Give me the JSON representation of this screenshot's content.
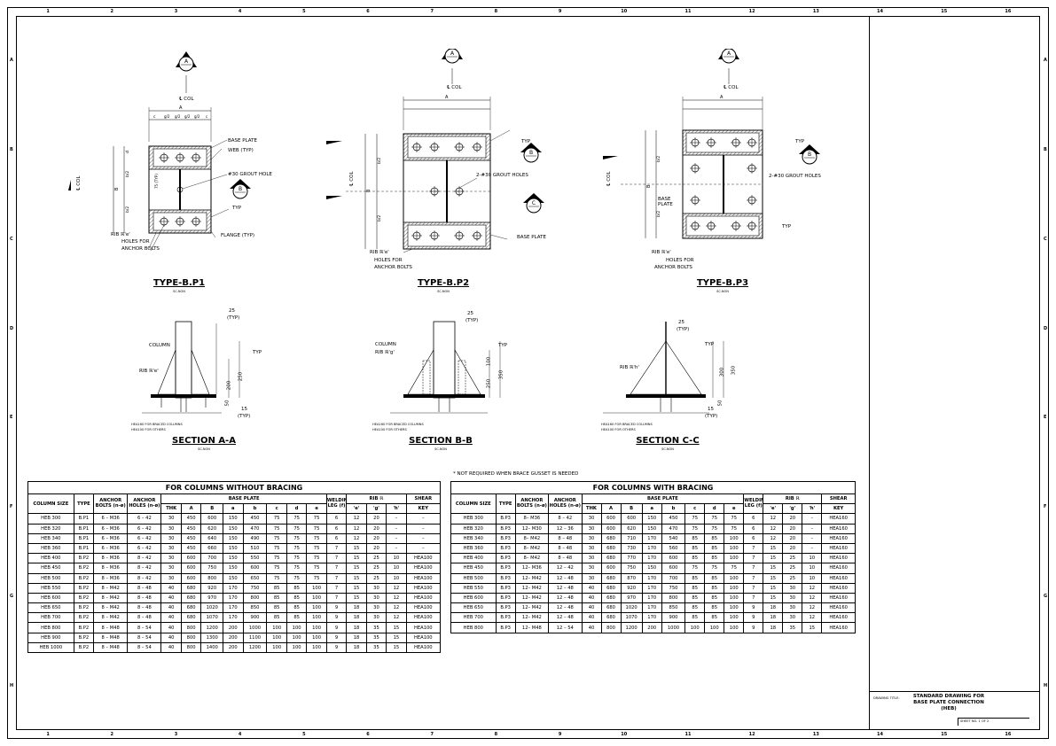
{
  "border": {
    "columns": [
      "1",
      "2",
      "3",
      "4",
      "5",
      "6",
      "7",
      "8",
      "9",
      "10",
      "11",
      "12",
      "13",
      "14",
      "15",
      "16"
    ],
    "rows": [
      "A",
      "B",
      "C",
      "D",
      "E",
      "F",
      "G",
      "H"
    ]
  },
  "plans": [
    {
      "title": "TYPE-B.P1",
      "scale": "SC.NON",
      "col_label": "℄ COL",
      "marker": "A",
      "labels": [
        "BASE PLATE",
        "WEB (TYP)",
        "#30 GROUT HOLE",
        "TYP",
        "FLANGE (TYP)",
        "RIB ℝ'e'",
        "HOLES FOR",
        "ANCHOR BOLTS"
      ],
      "dims": [
        "A",
        "c",
        "g/2",
        "g/2",
        "g/2",
        "g/2",
        "c",
        "d",
        "b/2",
        "b/2",
        "B",
        "75 (TYP)",
        "d"
      ],
      "section_marker": "B"
    },
    {
      "title": "TYPE-B.P2",
      "scale": "SC.NON",
      "col_label": "℄ COL",
      "marker": "A",
      "labels": [
        "TYP",
        "2-#30 GROUT HOLES",
        "BASE PLATE",
        "RIB ℝ'e'",
        "HOLES FOR",
        "ANCHOR BOLTS"
      ],
      "dims": [
        "A",
        "c",
        "g",
        "g/2",
        "g/2",
        "g",
        "c",
        "d",
        "b/2",
        "b/2",
        "B",
        "d"
      ],
      "section_marker": "B",
      "section_marker2": "C"
    },
    {
      "title": "TYPE-B.P3",
      "scale": "SC.NON",
      "col_label": "℄ COL",
      "marker": "A",
      "labels": [
        "TYP",
        "2-#30 GROUT HOLES",
        "BASE PLATE",
        "TYP",
        "RIB ℝ'e'",
        "HOLES FOR",
        "ANCHOR BOLTS"
      ],
      "dims": [
        "A",
        "c",
        "g",
        "g/2",
        "g/2",
        "g",
        "c",
        "d",
        "b/2",
        "b/2",
        "B",
        "d"
      ],
      "section_marker": "B"
    }
  ],
  "sections": [
    {
      "title": "SECTION A-A",
      "scale": "SC.NON",
      "labels": [
        "COLUMN",
        "RIB ℝ'e'",
        "TYP",
        "25",
        "(TYP)",
        "200",
        "250",
        "50",
        "15",
        "(TYP)",
        "HEA160 FOR BRACED COLUMNS",
        "HEA100 FOR OTHERS"
      ]
    },
    {
      "title": "SECTION B-B",
      "scale": "SC.NON",
      "labels": [
        "COLUMN",
        "RIB ℝ'g'",
        "TYP",
        "25",
        "(TYP)",
        "100",
        "250",
        "350",
        "HEA160 FOR BRACED COLUMNS",
        "HEA100 FOR OTHERS"
      ]
    },
    {
      "title": "SECTION C-C",
      "scale": "SC.NON",
      "labels": [
        "RIB ℝ'h'",
        "TYP",
        "25",
        "(TYP)",
        "300",
        "350",
        "50",
        "15",
        "(TYP)",
        "HEA160 FOR BRACED COLUMNS",
        "HEA100 FOR OTHERS"
      ]
    }
  ],
  "note": "*  NOT REQUIRED WHEN BRACE GUSSET IS NEEDED",
  "schedule_without": {
    "title": "FOR COLUMNS WITHOUT BRACING",
    "headers": {
      "column_size": "COLUMN SIZE",
      "type": "TYPE",
      "anchor_bolts": "ANCHOR BOLTS (n-ø)",
      "anchor_holes": "ANCHOR HOLES (n-ø)",
      "base_plate": "BASE PLATE",
      "welding_leg": "WELDING LEG (f)",
      "rib": "RIB ℝ",
      "shear": "SHEAR",
      "sub": [
        "THK",
        "A",
        "B",
        "a",
        "b",
        "c",
        "d",
        "e",
        "'e'",
        "'g'",
        "'h'",
        "KEY"
      ]
    },
    "rows": [
      [
        "HEB 300",
        "B.P1",
        "6 – M36",
        "6 – 42",
        "30",
        "450",
        "600",
        "150",
        "450",
        "75",
        "75",
        "75",
        "6",
        "12",
        "20",
        "–",
        "–"
      ],
      [
        "HEB 320",
        "B.P1",
        "6 – M36",
        "6 – 42",
        "30",
        "450",
        "620",
        "150",
        "470",
        "75",
        "75",
        "75",
        "6",
        "12",
        "20",
        "–",
        "–"
      ],
      [
        "HEB 340",
        "B.P1",
        "6 – M36",
        "6 – 42",
        "30",
        "450",
        "640",
        "150",
        "490",
        "75",
        "75",
        "75",
        "6",
        "12",
        "20",
        "–",
        "–"
      ],
      [
        "HEB 360",
        "B.P1",
        "6 – M36",
        "6 – 42",
        "30",
        "450",
        "660",
        "150",
        "510",
        "75",
        "75",
        "75",
        "7",
        "15",
        "20",
        "–",
        "–"
      ],
      [
        "HEB 400",
        "B.P2",
        "8 – M36",
        "8 – 42",
        "30",
        "600",
        "700",
        "150",
        "550",
        "75",
        "75",
        "75",
        "7",
        "15",
        "25",
        "10",
        "HEA100"
      ],
      [
        "HEB 450",
        "B.P2",
        "8 – M36",
        "8 – 42",
        "30",
        "600",
        "750",
        "150",
        "600",
        "75",
        "75",
        "75",
        "7",
        "15",
        "25",
        "10",
        "HEA100"
      ],
      [
        "HEB 500",
        "B.P2",
        "8 – M36",
        "8 – 42",
        "30",
        "600",
        "800",
        "150",
        "650",
        "75",
        "75",
        "75",
        "7",
        "15",
        "25",
        "10",
        "HEA100"
      ],
      [
        "HEB 550",
        "B.P2",
        "8 – M42",
        "8 – 48",
        "40",
        "680",
        "920",
        "170",
        "750",
        "85",
        "85",
        "100",
        "7",
        "15",
        "30",
        "12",
        "HEA100"
      ],
      [
        "HEB 600",
        "B.P2",
        "8 – M42",
        "8 – 48",
        "40",
        "680",
        "970",
        "170",
        "800",
        "85",
        "85",
        "100",
        "7",
        "15",
        "30",
        "12",
        "HEA100"
      ],
      [
        "HEB 650",
        "B.P2",
        "8 – M42",
        "8 – 48",
        "40",
        "680",
        "1020",
        "170",
        "850",
        "85",
        "85",
        "100",
        "9",
        "18",
        "30",
        "12",
        "HEA100"
      ],
      [
        "HEB 700",
        "B.P2",
        "8 – M42",
        "8 – 48",
        "40",
        "680",
        "1070",
        "170",
        "900",
        "85",
        "85",
        "100",
        "9",
        "18",
        "30",
        "12",
        "HEA100"
      ],
      [
        "HEB 800",
        "B.P2",
        "8 – M48",
        "8 – 54",
        "40",
        "800",
        "1200",
        "200",
        "1000",
        "100",
        "100",
        "100",
        "9",
        "18",
        "35",
        "15",
        "HEA100"
      ],
      [
        "HEB 900",
        "B.P2",
        "8 – M48",
        "8 – 54",
        "40",
        "800",
        "1300",
        "200",
        "1100",
        "100",
        "100",
        "100",
        "9",
        "18",
        "35",
        "15",
        "HEA100"
      ],
      [
        "HEB 1000",
        "B.P2",
        "8 – M48",
        "8 – 54",
        "40",
        "800",
        "1400",
        "200",
        "1200",
        "100",
        "100",
        "100",
        "9",
        "18",
        "35",
        "15",
        "HEA100"
      ]
    ]
  },
  "schedule_with": {
    "title": "FOR COLUMNS WITH BRACING",
    "headers": {
      "column_size": "COLUMN SIZE",
      "type": "TYPE",
      "anchor_bolts": "ANCHOR BOLTS (n-ø)",
      "anchor_holes": "ANCHOR HOLES (n-ø)",
      "base_plate": "BASE PLATE",
      "welding_leg": "WELDING LEG (f)",
      "rib": "RIB ℝ",
      "shear": "SHEAR",
      "sub": [
        "THK",
        "A",
        "B",
        "a",
        "b",
        "c",
        "d",
        "e",
        "'e'",
        "'g'",
        "'h'",
        "KEY"
      ]
    },
    "rows": [
      [
        "HEB 300",
        "B.P3",
        "8– M36",
        "8 – 42",
        "30",
        "600",
        "600",
        "150",
        "450",
        "75",
        "75",
        "75",
        "6",
        "12",
        "20",
        "–",
        "HEA160"
      ],
      [
        "HEB 320",
        "B.P3",
        "12– M30",
        "12 – 36",
        "30",
        "600",
        "620",
        "150",
        "470",
        "75",
        "75",
        "75",
        "6",
        "12",
        "20",
        "–",
        "HEA160"
      ],
      [
        "HEB 340",
        "B.P3",
        "8– M42",
        "8 – 48",
        "30",
        "680",
        "710",
        "170",
        "540",
        "85",
        "85",
        "100",
        "6",
        "12",
        "20",
        "–",
        "HEA160"
      ],
      [
        "HEB 360",
        "B.P3",
        "8– M42",
        "8 – 48",
        "30",
        "680",
        "730",
        "170",
        "560",
        "85",
        "85",
        "100",
        "7",
        "15",
        "20",
        "–",
        "HEA160"
      ],
      [
        "HEB 400",
        "B.P3",
        "8– M42",
        "8 – 48",
        "30",
        "680",
        "770",
        "170",
        "600",
        "85",
        "85",
        "100",
        "7",
        "15",
        "25",
        "10",
        "HEA160"
      ],
      [
        "HEB 450",
        "B.P3",
        "12– M36",
        "12 – 42",
        "30",
        "600",
        "750",
        "150",
        "600",
        "75",
        "75",
        "75",
        "7",
        "15",
        "25",
        "10",
        "HEA160"
      ],
      [
        "HEB 500",
        "B.P3",
        "12– M42",
        "12 – 48",
        "30",
        "680",
        "870",
        "170",
        "700",
        "85",
        "85",
        "100",
        "7",
        "15",
        "25",
        "10",
        "HEA160"
      ],
      [
        "HEB 550",
        "B.P3",
        "12– M42",
        "12 – 48",
        "40",
        "680",
        "920",
        "170",
        "750",
        "85",
        "85",
        "100",
        "7",
        "15",
        "30",
        "12",
        "HEA160"
      ],
      [
        "HEB 600",
        "B.P3",
        "12– M42",
        "12 – 48",
        "40",
        "680",
        "970",
        "170",
        "800",
        "85",
        "85",
        "100",
        "7",
        "15",
        "30",
        "12",
        "HEA160"
      ],
      [
        "HEB 650",
        "B.P3",
        "12– M42",
        "12 – 48",
        "40",
        "680",
        "1020",
        "170",
        "850",
        "85",
        "85",
        "100",
        "9",
        "18",
        "30",
        "12",
        "HEA160"
      ],
      [
        "HEB 700",
        "B.P3",
        "12– M42",
        "12 – 48",
        "40",
        "680",
        "1070",
        "170",
        "900",
        "85",
        "85",
        "100",
        "9",
        "18",
        "30",
        "12",
        "HEA160"
      ],
      [
        "HEB 800",
        "B.P3",
        "12– M48",
        "12 – 54",
        "40",
        "800",
        "1200",
        "200",
        "1000",
        "100",
        "100",
        "100",
        "9",
        "18",
        "35",
        "15",
        "HEA160"
      ]
    ]
  },
  "title_block": {
    "label": "DRAWING TITLE:",
    "title_lines": [
      "STANDARD DRAWING FOR",
      "BASE PLATE CONNECTION",
      "(HEB)"
    ],
    "sheet": "SHEET NO. 1  OF  2"
  }
}
